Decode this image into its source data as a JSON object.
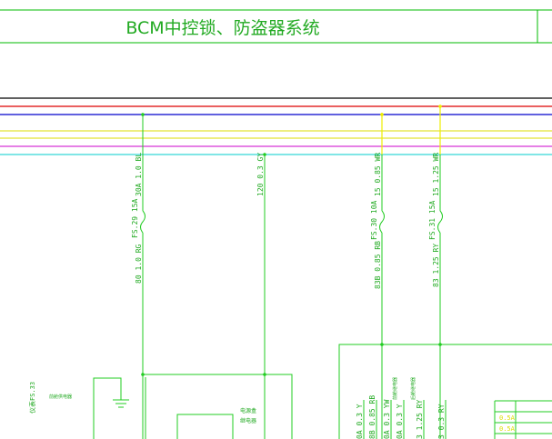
{
  "title": "BCM中控锁、防盗器系统",
  "colors": {
    "background": "#ffffff",
    "frame": "#00bb00",
    "wire": "#22cc22",
    "title_text": "#22aa22",
    "bus_black": "#000000",
    "bus_red": "#dd0000",
    "bus_blue": "#0000cc",
    "bus_yellow": "#dddd00",
    "bus_magenta": "#cc00cc",
    "bus_cyan": "#00cccc",
    "feed_yellow": "#eeee00",
    "tag_yellow": "#dddd00"
  },
  "wires": {
    "w1_top": "30A 1.0 BL",
    "w1_fuse": "FS.29 15A",
    "w1_bottom": "80 1.0 RG",
    "w2_top": "120 0.3 GY",
    "w3_top": "15 0.85 WR",
    "w3_fuse": "FS.30 10A",
    "w3_bottom": "83B 0.85 RB",
    "w4_top": "15 1.25 WR",
    "w4_fuse": "FS.31 15A",
    "w4_bottom": "83 1.25 RY",
    "bottom_1": "0A 0.3 Y",
    "bottom_2": "8B 0.85 RB",
    "bottom_3": "0A 0.3 YW",
    "bottom_4": "0A 0.3 Y",
    "bottom_5": "3 1.25 RY",
    "bottom_6": "3 0.3 RY"
  },
  "labels": {
    "fs33": "仪表FS.33",
    "left_note": "前舱供电器",
    "mid_note_1": "电源盒",
    "mid_note_2": "继电器",
    "tiny_1": "前舱继电器",
    "tiny_2": "后舱继电器",
    "tag_1": "0.5A",
    "tag_2": "0.5A"
  }
}
